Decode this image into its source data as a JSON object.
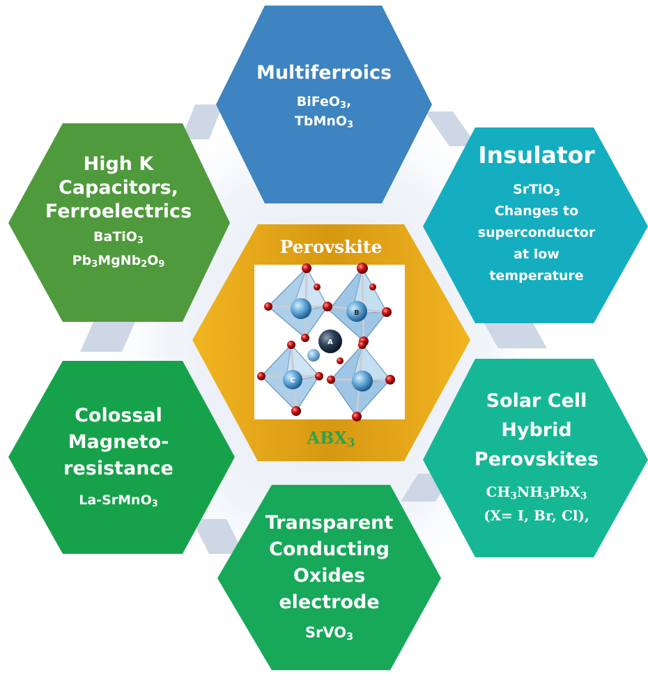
{
  "colors": {
    "multiferroics": "#3d84c0",
    "insulator": "#15aec0",
    "solar": "#16b795",
    "transparent": "#17a85a",
    "colossal": "#16a24a",
    "highk": "#4f9a3c",
    "center": "#d99c14",
    "abx_label": "#2ea24a",
    "connector": "#c9d3e2"
  },
  "hexagons": {
    "multiferroics": {
      "title": "Multiferroics",
      "lines": [
        [
          {
            "t": "BiFeO"
          },
          {
            "t": "3",
            "sub": true
          },
          {
            "t": ","
          }
        ],
        [
          {
            "t": "TbMnO"
          },
          {
            "t": "3",
            "sub": true
          }
        ]
      ]
    },
    "insulator": {
      "title": "Insulator",
      "lines": [
        [
          {
            "t": "SrTiO"
          },
          {
            "t": "3",
            "sub": true
          }
        ],
        [
          {
            "t": "Changes to"
          }
        ],
        [
          {
            "t": "superconductor"
          }
        ],
        [
          {
            "t": "at low"
          }
        ],
        [
          {
            "t": "temperature"
          }
        ]
      ]
    },
    "highk": {
      "title_lines": [
        "High K",
        "Capacitors,",
        "Ferroelectrics"
      ],
      "lines": [
        [
          {
            "t": "BaTiO"
          },
          {
            "t": "3",
            "sub": true
          }
        ],
        [
          {
            "t": "Pb"
          },
          {
            "t": "3",
            "sub": true
          },
          {
            "t": "MgNb"
          },
          {
            "t": "2",
            "sub": true
          },
          {
            "t": "O"
          },
          {
            "t": "9",
            "sub": true
          }
        ]
      ]
    },
    "colossal": {
      "title_lines": [
        "Colossal",
        "Magneto-",
        "resistance"
      ],
      "lines": [
        [
          {
            "t": "La-SrMnO"
          },
          {
            "t": "3",
            "sub": true
          }
        ]
      ]
    },
    "solar": {
      "title_lines": [
        "Solar Cell",
        "Hybrid",
        "Perovskites"
      ],
      "lines": [
        [
          {
            "t": "CH"
          },
          {
            "t": "3",
            "sub": true
          },
          {
            "t": "NH"
          },
          {
            "t": "3",
            "sub": true
          },
          {
            "t": "PbX"
          },
          {
            "t": "3",
            "sub": true
          }
        ],
        [
          {
            "t": "(X= I, Br, Cl),"
          }
        ]
      ]
    },
    "transparent": {
      "title_lines": [
        "Transparent",
        "Conducting",
        "Oxides",
        "electrode"
      ],
      "lines": [
        [
          {
            "t": "SrVO"
          },
          {
            "t": "3",
            "sub": true
          }
        ]
      ]
    },
    "center": {
      "title": "Perovskite",
      "formula": [
        {
          "t": "ABX"
        },
        {
          "t": "3",
          "sub": true
        }
      ],
      "atom_labels": {
        "a": "A",
        "b": "B",
        "c": "C"
      }
    }
  }
}
